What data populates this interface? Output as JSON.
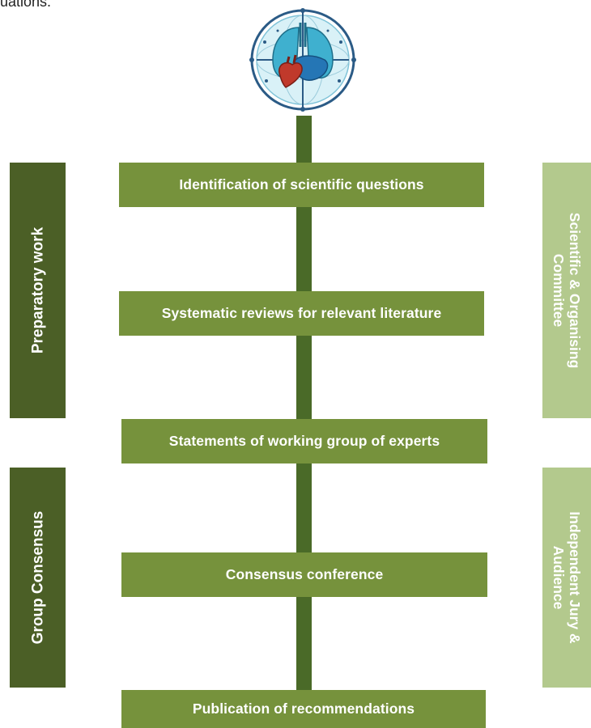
{
  "header_fragment": "uations.",
  "logo": {
    "icon": "organs-globe-logo",
    "colors": {
      "ring": "#2b5b86",
      "fill": "#bfe7f2",
      "accent": "#2fa6c8",
      "heart": "#c0392b"
    }
  },
  "colors": {
    "stem": "#4a6a28",
    "step": "#76923c",
    "side_dark": "#4b5f26",
    "side_light": "#b3c98d",
    "text": "#ffffff"
  },
  "steps": [
    {
      "label": "Identification of scientific questions"
    },
    {
      "label": "Systematic reviews for relevant literature"
    },
    {
      "label": "Statements of working group of experts"
    },
    {
      "label": "Consensus conference"
    },
    {
      "label": "Publication of recommendations"
    }
  ],
  "left_panels": [
    {
      "label": "Preparatory work"
    },
    {
      "label": "Group Consensus"
    }
  ],
  "right_panels": [
    {
      "lines": [
        "Scientific & Organising",
        "Committee"
      ]
    },
    {
      "lines": [
        "Independent Jury &",
        "Audience"
      ]
    }
  ]
}
